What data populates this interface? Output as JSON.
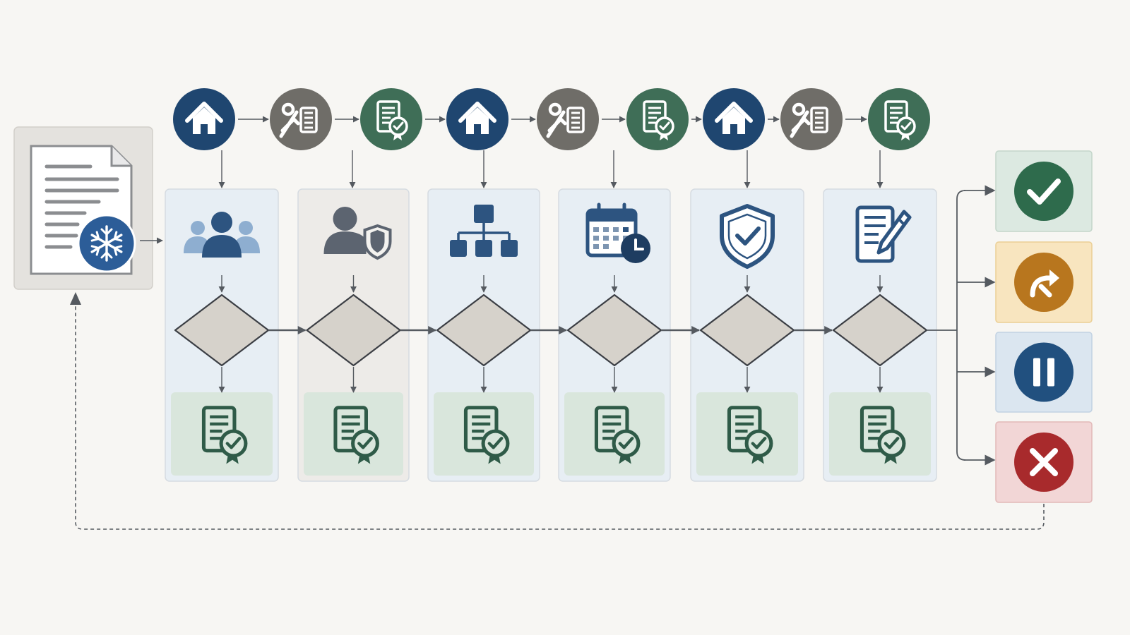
{
  "colors": {
    "background": "#f7f6f3",
    "navy": "#1f4670",
    "slate_blue": "#2d5480",
    "gray_circle": "#6f6d68",
    "green_circle": "#3f6e57",
    "lane_blue": "#e7eef4",
    "lane_gray": "#edebe8",
    "diamond_fill": "#d6d2cb",
    "diamond_stroke": "#3b3e44",
    "cert_box": "#d9e6dc",
    "cert_icon": "#2f5b48",
    "arrow": "#555a60",
    "outcome_approve": "#dce9e1",
    "outcome_redirect": "#f8e5bf",
    "outcome_hold": "#dbe6f0",
    "outcome_reject": "#f2d6d6",
    "approve_circle": "#2e6b4c",
    "redirect_circle": "#b8761e",
    "hold_circle": "#21507f",
    "reject_circle": "#a82a2c"
  },
  "source": {
    "document_icon": "document-icon",
    "badge_icon": "snowflake-icon"
  },
  "top_row": [
    {
      "icon": "home-icon",
      "color": "navy"
    },
    {
      "icon": "tools-checklist-icon",
      "color": "gray"
    },
    {
      "icon": "certified-document-icon",
      "color": "green"
    },
    {
      "icon": "home-icon",
      "color": "navy"
    },
    {
      "icon": "tools-checklist-icon",
      "color": "gray"
    },
    {
      "icon": "certified-document-icon",
      "color": "green"
    },
    {
      "icon": "home-icon",
      "color": "navy"
    },
    {
      "icon": "tools-checklist-icon",
      "color": "gray"
    },
    {
      "icon": "certified-document-icon",
      "color": "green"
    }
  ],
  "lanes": [
    {
      "icon": "team-icon",
      "tone": "blue",
      "decision": "decision-diamond",
      "output": "certificate-icon"
    },
    {
      "icon": "user-shield-icon",
      "tone": "gray",
      "decision": "decision-diamond",
      "output": "certificate-icon"
    },
    {
      "icon": "org-chart-icon",
      "tone": "blue",
      "decision": "decision-diamond",
      "output": "certificate-icon"
    },
    {
      "icon": "calendar-clock-icon",
      "tone": "blue",
      "decision": "decision-diamond",
      "output": "certificate-icon"
    },
    {
      "icon": "shield-check-icon",
      "tone": "blue",
      "decision": "decision-diamond",
      "output": "certificate-icon"
    },
    {
      "icon": "document-edit-icon",
      "tone": "blue",
      "decision": "decision-diamond",
      "output": "certificate-icon"
    }
  ],
  "outcomes": [
    {
      "icon": "checkmark-icon",
      "kind": "approve"
    },
    {
      "icon": "redirect-arrow-icon",
      "kind": "redirect"
    },
    {
      "icon": "pause-icon",
      "kind": "hold"
    },
    {
      "icon": "close-x-icon",
      "kind": "reject"
    }
  ],
  "feedback": {
    "style": "dashed",
    "from": "reject",
    "to": "source"
  }
}
